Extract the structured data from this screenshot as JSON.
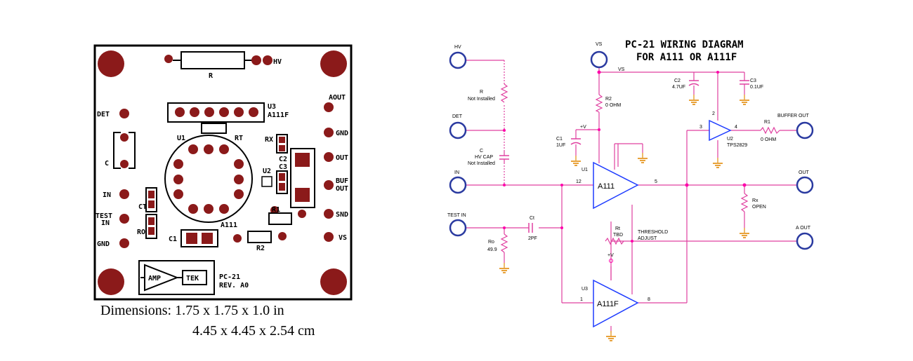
{
  "pcb": {
    "resistor_label": "R",
    "hv_label": "HV",
    "u3_label": "U3",
    "a111f_label": "A111F",
    "u1_label": "U1",
    "rt_label": "RT",
    "rx_label": "RX",
    "c2_label": "C2",
    "u2_label": "U2",
    "c3_label": "C3",
    "r1_label": "R1",
    "a111_label": "A111",
    "c1_label": "C1",
    "r2_label": "R2",
    "ct_label": "CT",
    "ro_label": "RO",
    "c_label": "C",
    "left_pins": [
      "DET",
      "IN",
      "TEST\nIN",
      "GND"
    ],
    "right_pins": [
      "AOUT",
      "GND",
      "OUT",
      "BUF\nOUT",
      "SND",
      "VS"
    ],
    "amp_label": "AMP",
    "tek_label": "TEK",
    "board_name": "PC-21",
    "revision": "REV. A0"
  },
  "dimensions": {
    "line1": "Dimensions: 1.75 x 1.75 x 1.0 in",
    "line2": "4.45 x 4.45 x 2.54 cm"
  },
  "schematic": {
    "title_line1": "PC-21 WIRING DIAGRAM",
    "title_line2": "FOR A111 OR A111F",
    "vs_label": "VS",
    "vs_rail": "VS",
    "hv": "HV",
    "det": "DET",
    "in": "IN",
    "test_in": "TEST IN",
    "r_label": "R",
    "r_note": "Not Installed",
    "c_label": "C",
    "c_value": "HV CAP",
    "c_note": "Not Installed",
    "r2_label": "R2",
    "r2_value": "0 OHM",
    "c2_label": "C2",
    "c2_value": "4.7UF",
    "c3_label": "C3",
    "c3_value": "0.1UF",
    "c1_label": "C1",
    "c1_value": "1UF",
    "plus_v": "+V",
    "u2_label": "U2",
    "u2_part": "TPS2829",
    "r1_label": "R1",
    "r1_value": "0 OHM",
    "buffer_out": "BUFFER OUT",
    "u1_label": "U1",
    "u1_part": "A111",
    "out": "OUT",
    "rx_label": "Rx",
    "rx_value": "OPEN",
    "ct_label": "Ct",
    "ct_value": "2PF",
    "ro_label": "Ro",
    "ro_value": "49.9",
    "rt_label": "Rt",
    "rt_value": "TBD",
    "threshold_line1": "THRESHOLD",
    "threshold_line2": "ADJUST",
    "a_out": "A OUT",
    "plus_v2": "+V",
    "u3_label": "U3",
    "u3_part": "A111F",
    "pin_12": "12",
    "pin_5": "5",
    "pin_1": "1",
    "pin_8": "8",
    "pin_3": "3",
    "pin_4": "4",
    "pin_2": "2"
  },
  "colors": {
    "pad": "#8b1a1a",
    "wire": "#e040a0",
    "node": "#ff00aa",
    "ground": "#e8a23a",
    "part": "#1e3cff",
    "terminal": "#2a3aa0"
  }
}
